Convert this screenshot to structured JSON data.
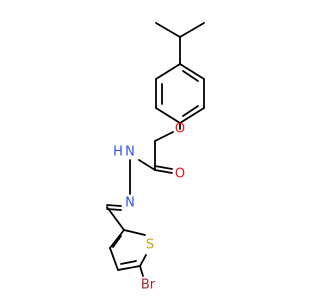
{
  "molecule": {
    "atoms": [
      {
        "id": "o_ether",
        "symbol": "O",
        "color": "#ff0d0d"
      },
      {
        "id": "o_carbonyl",
        "symbol": "O",
        "color": "#ff0d0d"
      },
      {
        "id": "n_amide",
        "symbol": "N",
        "color": "#3050f8"
      },
      {
        "id": "h_amide",
        "symbol": "H",
        "color": "#3050f8"
      },
      {
        "id": "n_imine",
        "symbol": "N",
        "color": "#3050f8"
      },
      {
        "id": "s_thiophene",
        "symbol": "S",
        "color": "#d4a017"
      },
      {
        "id": "br",
        "symbol": "Br",
        "color": "#a62929"
      }
    ]
  }
}
